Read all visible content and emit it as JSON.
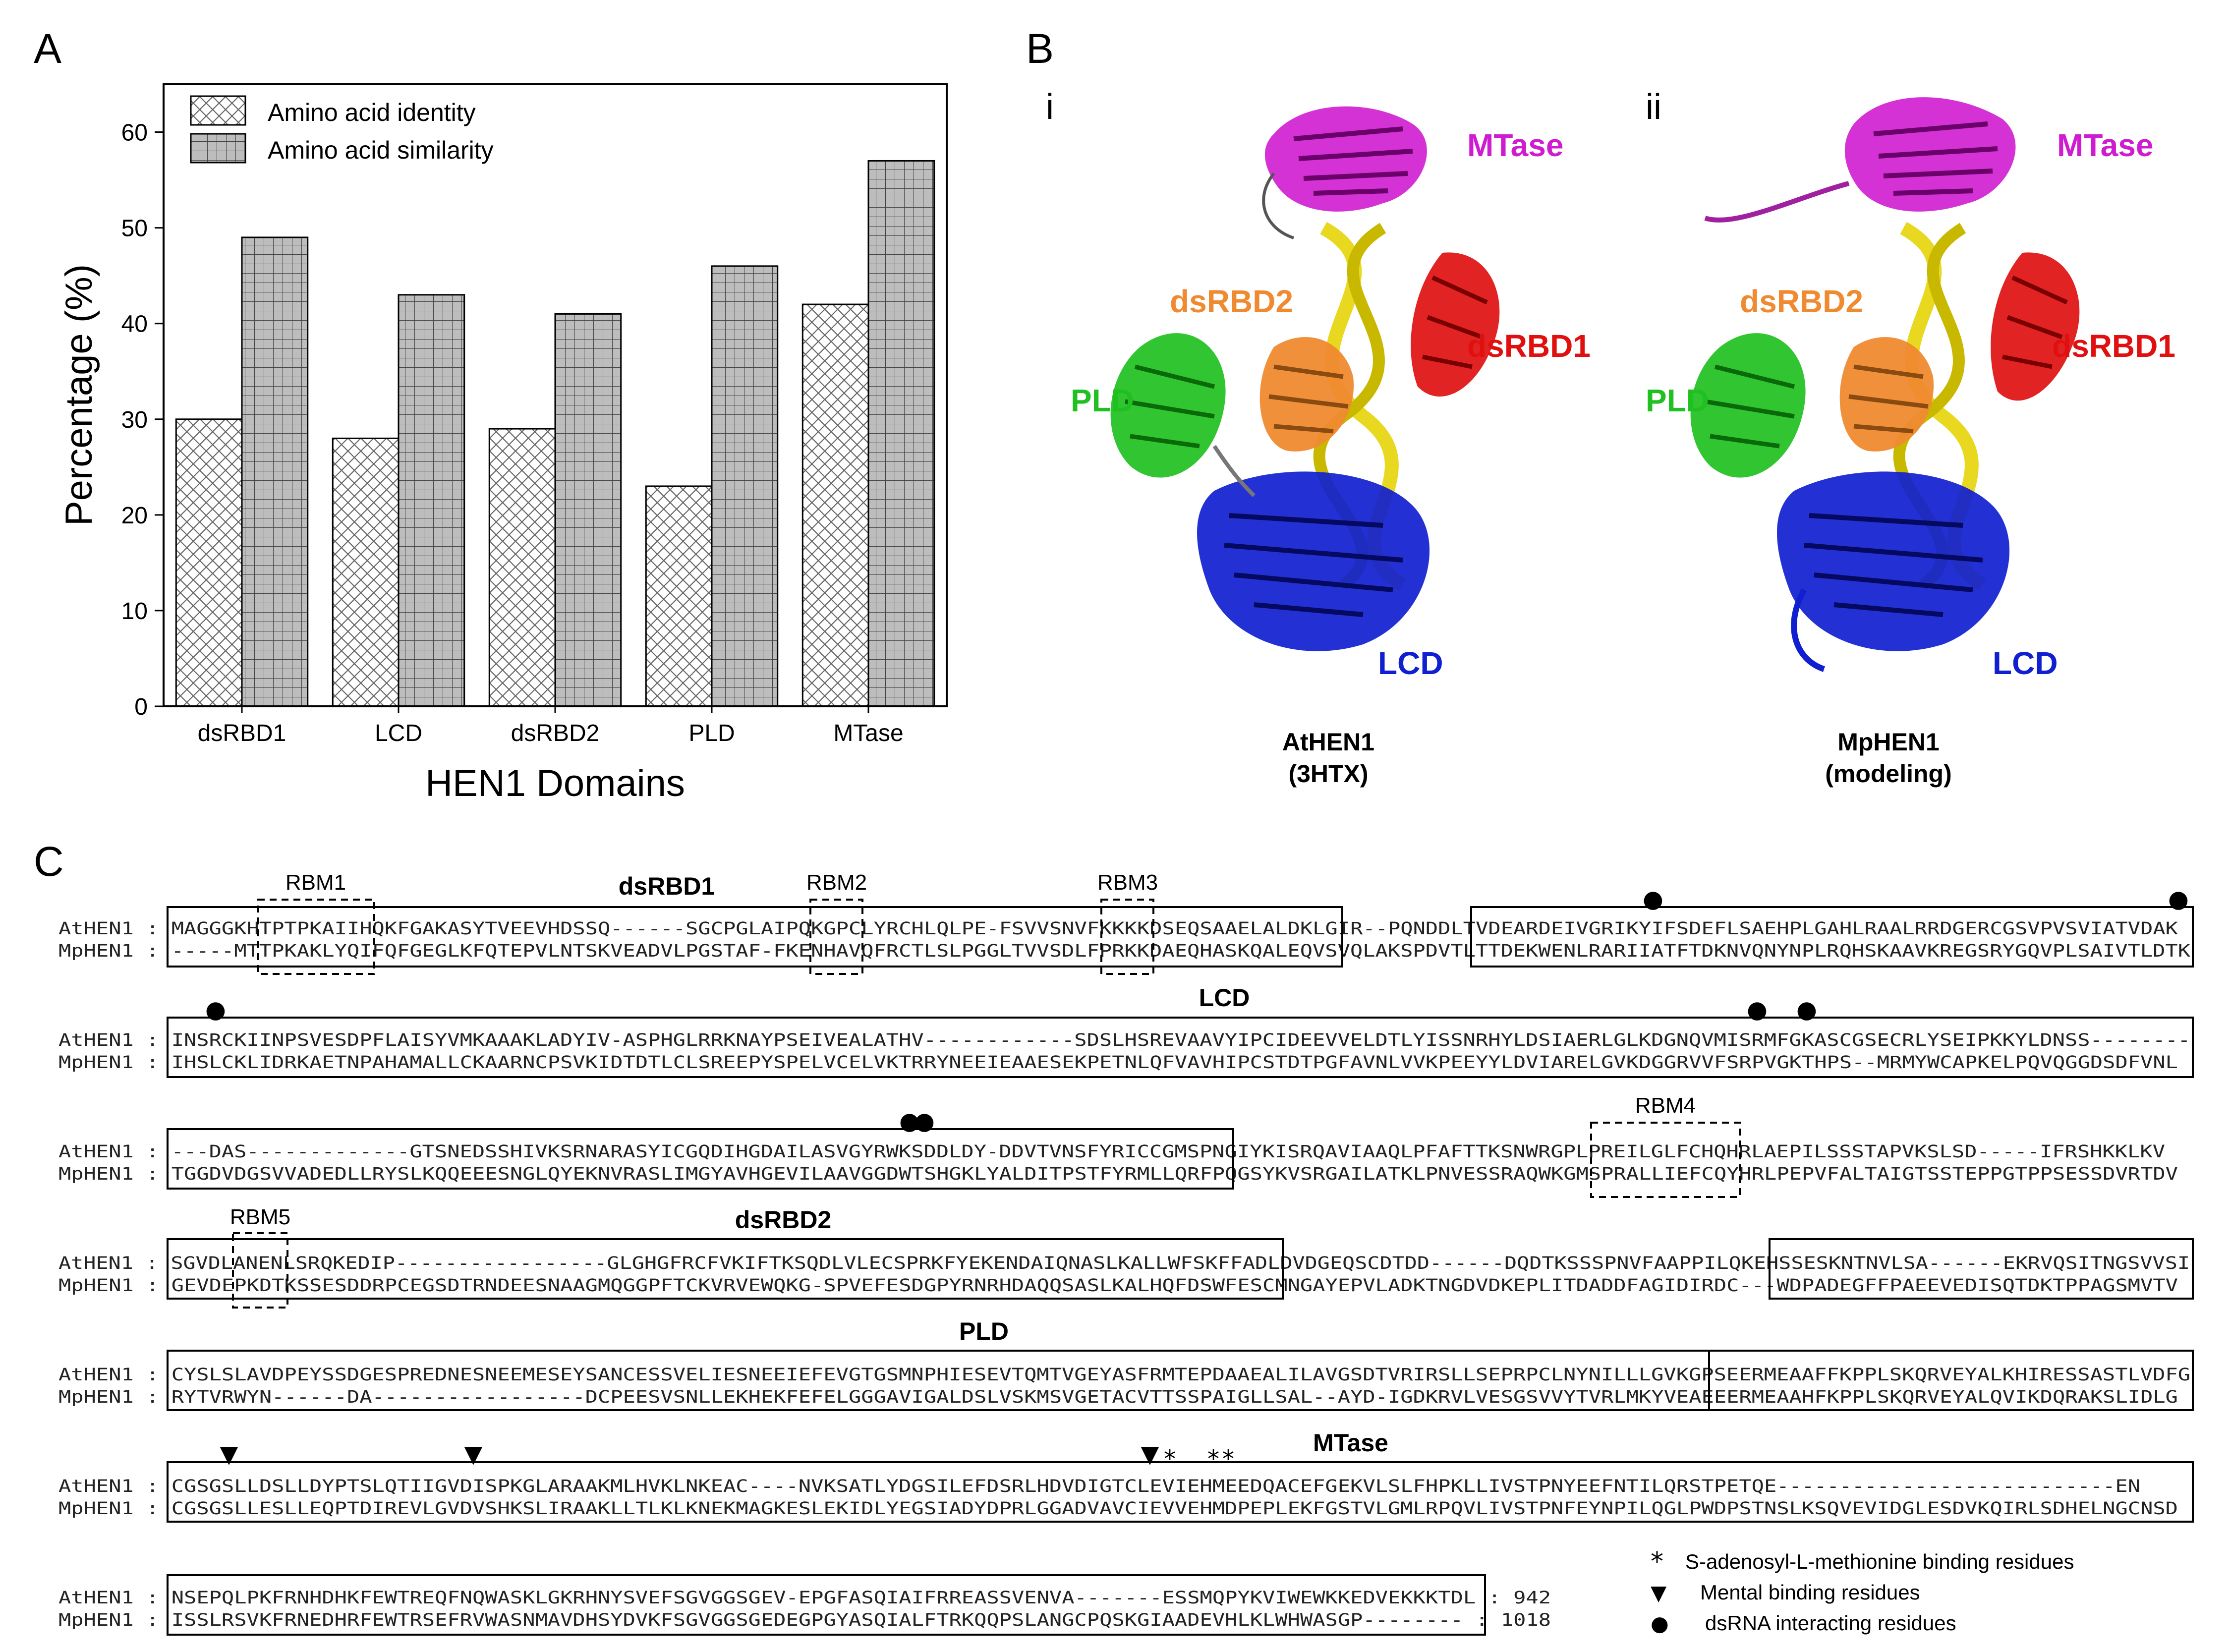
{
  "panels": {
    "a": "A",
    "b": "B",
    "c": "C"
  },
  "chart_data": {
    "type": "bar",
    "categories": [
      "dsRBD1",
      "LCD",
      "dsRBD2",
      "PLD",
      "MTase"
    ],
    "series": [
      {
        "name": "Amino acid identity",
        "values": [
          30,
          28,
          29,
          23,
          42
        ],
        "pattern": "crosshatch"
      },
      {
        "name": "Amino acid similarity",
        "values": [
          49,
          43,
          41,
          46,
          57
        ],
        "pattern": "grid"
      }
    ],
    "xlabel": "HEN1 Domains",
    "ylabel": "Percentage (%)",
    "ylim": [
      0,
      65
    ],
    "yticks": [
      0,
      10,
      20,
      30,
      40,
      50,
      60
    ],
    "legend": "top-left",
    "grid": false
  },
  "structures": [
    {
      "roman": "i",
      "caption1": "AtHEN1",
      "caption2": "(3HTX)",
      "labels": {
        "mtase": "MTase",
        "dsrbd2": "dsRBD2",
        "dsrbd1": "dsRBD1",
        "pld": "PLD",
        "lcd": "LCD"
      }
    },
    {
      "roman": "ii",
      "caption1": "MpHEN1",
      "caption2": "(modeling)",
      "labels": {
        "mtase": "MTase",
        "dsrbd2": "dsRBD2",
        "dsrbd1": "dsRBD1",
        "pld": "PLD",
        "lcd": "LCD"
      }
    }
  ],
  "domain_colors": {
    "mtase": "#d01cd0",
    "dsrbd2": "#f08a30",
    "dsrbd1": "#e01010",
    "pld": "#20c020",
    "lcd": "#1020d0",
    "rna": "#e8d820"
  },
  "alignment": {
    "rows": [
      {
        "top": "AtHEN1 : MAGGGKHTPTPKAIIHQKFGAKASYTVEEVHDSSQ------SGCPGLAIPQKGPCLYRCHLQLPE-FSVVSNVFKKKKDSEQSAAELALDKLGIR--PQNDDLTVDEARDEIVGRIKYIFSDEFLSAEHPLGAHLRAALRRDGERCGSVPVSVIATVDAK",
        "bottom": "MpHEN1 : -----MTTPKAKLYQIFQFGEGLKFQTEPVLNTSKVEADVLPGSTAF-FKENHAVQFRCTLSLPGGLTVVSDLFPRKKDAEQHASKQALEQVSVQLAKSPDVTLTTDEKWENLRARIIATFTDKNVQNYNPLRQHSKAAVKREGSRYGQVPLSAIVTLDTK"
      },
      {
        "top": "AtHEN1 : INSRCKIINPSVESDPFLAISYVMKAAAKLADYIV-ASPHGLRRKNAYPSEIVEALATHV------------SDSLHSREVAAVYIPCIDEEVVELDTLYISSNRHYLDSIAERLGLKDGNQVMISRMFGKASCGSECRLYSEIPKKYLDNSS--------",
        "bottom": "MpHEN1 : IHSLCKLIDRKAETNPAHAMALLCKAARNCPSVKIDTDTLCLSREEPYSPELVCELVKTRRYNEEIEAAESEKPETNLQFVAVHIPCSTDTPGFAVNLVVKPEEYYLDVIARELGVKDGGRVVFSRPVGKTHPS--MRMYWCAPKELPQVQGGDSDFVNL"
      },
      {
        "top": "AtHEN1 : ---DAS-------------GTSNEDSSHIVKSRNARASYICGQDIHGDAILASVGYRWKSDDLDY-DDVTVNSFYRICCGMSPNGIYKISRQAVIAAQLPFAFTTKSNWRGPLPREILGLFCHQHRLAEPILSSSTAPVKSLSD-----IFRSHKKLKV",
        "bottom": "MpHEN1 : TGGDVDGSVVADEDLLRYSLKQQEEESNGLQYEKNVRASLIMGYAVHGEVILAAVGGDWTSHGKLYALDITPSTFYRMLLQRFPQGSYKVSRGAILATKLPNVESSRAQWKGMSPRALLIEFCQYHRLPEPVFALTAIGTSSTEPPGTPPSESSDVRTDV"
      },
      {
        "top": "AtHEN1 : SGVDLANENLSRQKEDIP-----------------GLGHGFRCFVKIFTKSQDLVLECSPRKFYEKENDAIQNASLKALLWFSKFFADLDVDGEQSCDTDD------DQDTKSSSPNVFAAPPILQKEHSSESKNTNVLSA------EKRVQSITNGSVVSI",
        "bottom": "MpHEN1 : GEVDEPKDTKSSESDDRPCEGSDTRNDEESNAAGMQGGPFTCKVRVEWQKG-SPVEFESDGPYRNRHDAQQSASLKALHQFDSWFESCMNGAYEPVLADKTNGDVDKEPLITDADDFAGIDIRDC---WDPADEGFFPAEEVEDISQTDKTPPAGSMVTV"
      },
      {
        "top": "AtHEN1 : CYSLSLAVDPEYSSDGESPREDNESNEEMESEYSANCESSVELIESNEEIEFEVGTGSMNPHIESEVTQMTVGEYASFRMTEPDAAEALILAVGSDTVRIRSLLSEPRPCLNYNILLLGVKGPSEERMEAAFFKPPLSKQRVEYALKHIRESSASTLVDFG",
        "bottom": "MpHEN1 : RYTVRWYN------DA-----------------DCPEESVSNLLEKHEKFEFELGGGAVIGALDSLVSKMSVGETACVTTSSPAIGLLSAL--AYD-IGDKRVLVESGSVVYTVRLMKYVEAEEERMEAAHFKPPLSKQRVEYALQVIKDQRAKSLIDLG"
      },
      {
        "top": "AtHEN1 : CGSGSLLDSLLDYPTSLQTIIGVDISPKGLARAAKMLHVKLNKEAC----NVKSATLYDGSILEFDSRLHDVDIGTCLEVIEHMEEDQACEFGEKVLSLFHPKLLIVSTPNYEEFNTILQRSTPETQE---------------------------EN",
        "bottom": "MpHEN1 : CGSGSLLESLLEQPTDIREVLGVDVSHKSLIRAAKLLTLKLKNEKMAGKESLEKIDLYEGSIADYDPRLGGADVAVCIEVVEHMDPEPLEKFGSTVLGMLRPQVLIVSTPNFEYNPILQGLPWDPSTNSLKSQVEVIDGLESDVKQIRLSDHELNGCNSD"
      },
      {
        "top": "AtHEN1 : NSEPQLPKFRNHDHKFEWTREQFNQWASKLGKRHNYSVEFSGVGGSGEV-EPGFASQIAIFRREASSVENVA-------ESSMQPYKVIWEWKKEDVEKKKTDL : 942",
        "bottom": "MpHEN1 : ISSLRSVKFRNEDHRFEWTRSEFRVWASNMAVDHSYDVKFSGVGGSGEDEGPGYASQIALFTRKQQPSLANGCPQSKGIAADEVHLKLWHWASGP-------- : 1018"
      }
    ],
    "domains": {
      "dsrbd1": "dsRBD1",
      "lcd": "LCD",
      "dsrbd2": "dsRBD2",
      "pld": "PLD",
      "mtase": "MTase"
    },
    "motifs": [
      "RBM1",
      "RBM2",
      "RBM3",
      "RBM4",
      "RBM5"
    ],
    "markers": {
      "sam": "*",
      "metal": "▼",
      "dsrna": "●"
    },
    "legend": [
      {
        "symbol": "*",
        "text": "S-adenosyl-L-methionine binding residues"
      },
      {
        "symbol": "▼",
        "text": "Mental binding residues"
      },
      {
        "symbol": "●",
        "text": "dsRNA interacting residues"
      }
    ]
  }
}
